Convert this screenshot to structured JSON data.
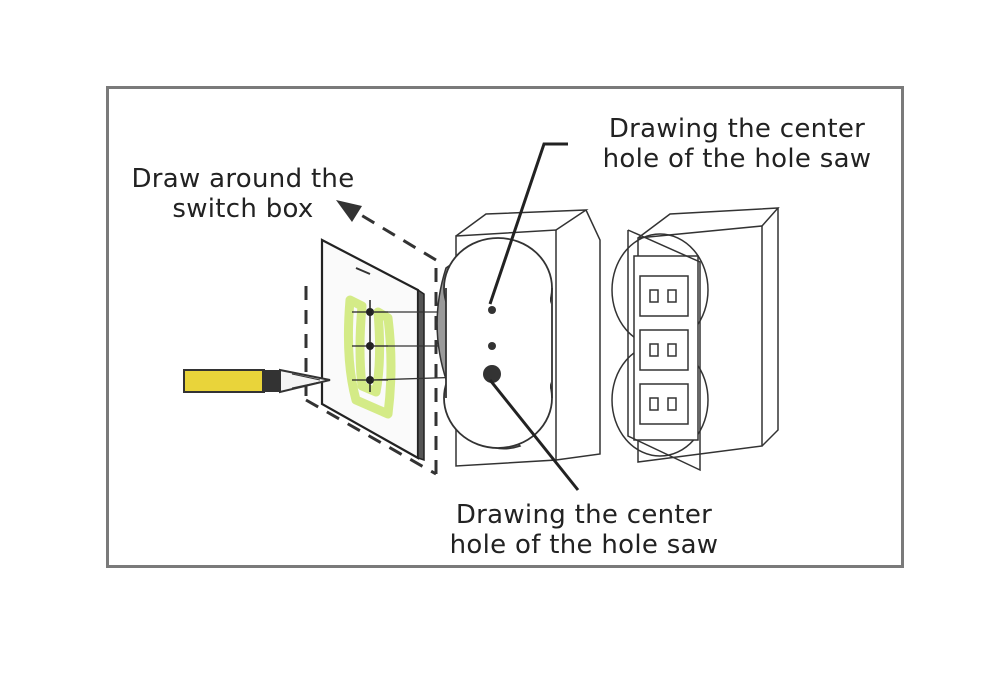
{
  "labels": {
    "top_line1": "Drawing the center",
    "top_line2": "hole of the hole saw",
    "left_line1": "Draw around the",
    "left_line2": "switch box",
    "bottom_line1": "Drawing the center",
    "bottom_line2": "hole of the hole saw"
  },
  "colors": {
    "frame": "#7a7a7a",
    "line": "#333333",
    "pencil": "#e9d43a",
    "highlight": "#cfe97a",
    "saw": "#9a9a9a"
  }
}
